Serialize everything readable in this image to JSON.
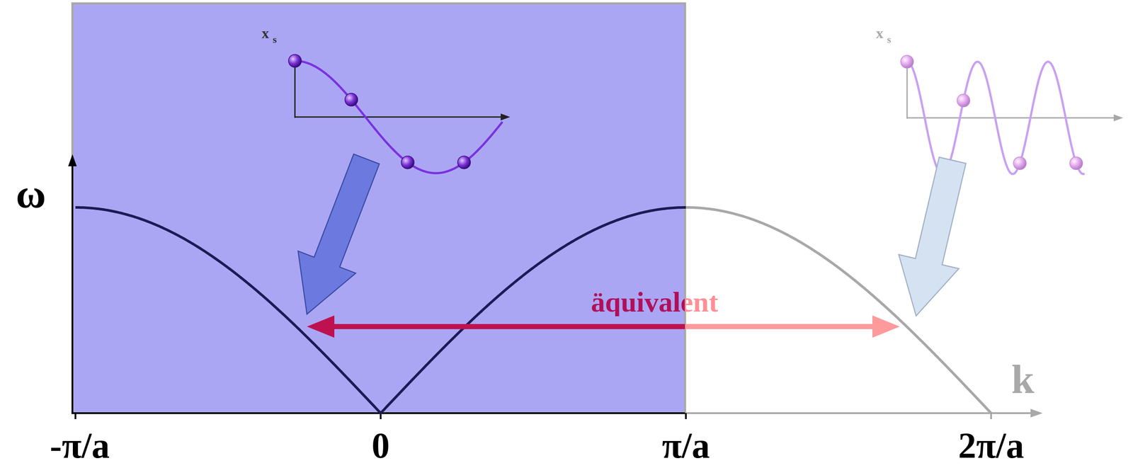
{
  "diagram": {
    "labels": [
      "x",
      "s",
      "x",
      "s",
      "ω",
      "äquivalent",
      "k",
      "-π/a",
      "0",
      "π/a",
      "2π/a"
    ]
  }
}
